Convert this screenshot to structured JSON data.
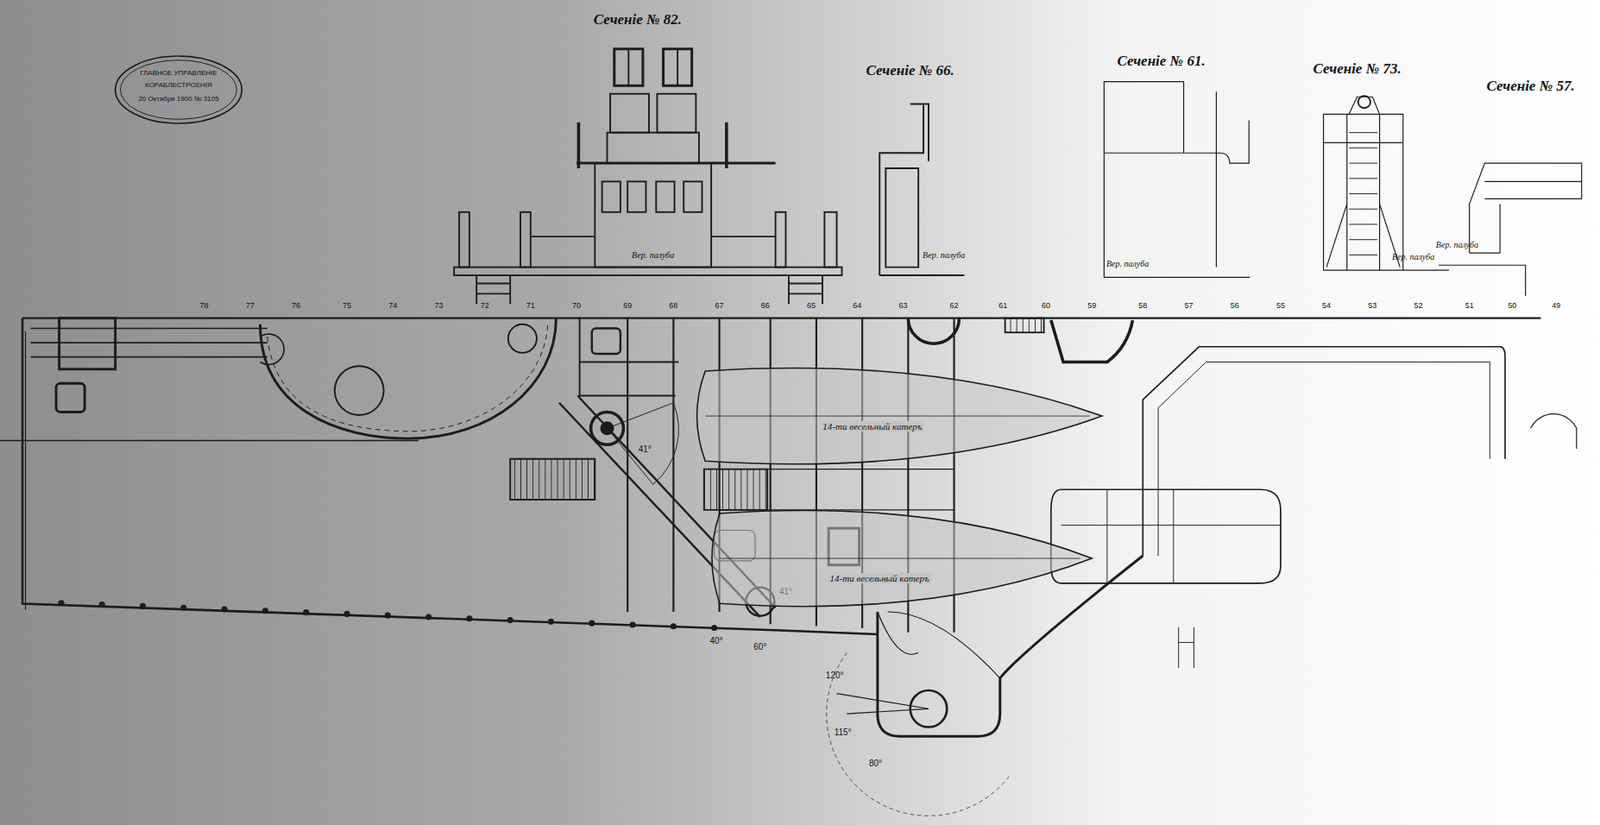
{
  "diagram": {
    "nodes": [
      {
        "text": [
          "14-ти весельный катеръ"
        ]
      },
      {
        "text": [
          "14-ти весельный катеръ"
        ]
      }
    ],
    "labels": [
      "ГЛАВНОЕ УПРАВЛЕНІЕ",
      "КОРАБЛЕСТРОЕНІЯ",
      "20 Октября 1900 № 3105",
      "Сеченіе № 82.",
      "Сеченіе № 66.",
      "Сеченіе № 61.",
      "Сеченіе № 73.",
      "Сеченіе № 57.",
      "Вер. палуба",
      "Вер. палуба",
      "Вер. палуба",
      "Вер. палуба",
      "Вер. палуба",
      "78",
      "77",
      "76",
      "75",
      "74",
      "73",
      "72",
      "71",
      "70",
      "69",
      "68",
      "67",
      "66",
      "65",
      "64",
      "63",
      "62",
      "61",
      "60",
      "59",
      "58",
      "57",
      "56",
      "55",
      "54",
      "53",
      "52",
      "51",
      "50",
      "49",
      "41°",
      "41°",
      "60°",
      "40°",
      "120°",
      "115°",
      "80°"
    ]
  }
}
